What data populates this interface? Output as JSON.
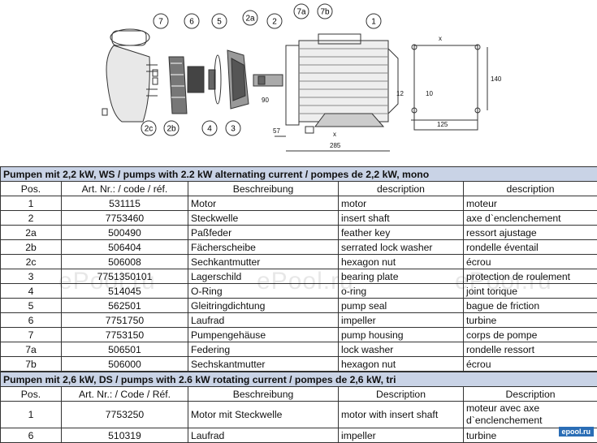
{
  "diagram": {
    "callouts": [
      "7",
      "6",
      "5",
      "2a",
      "2",
      "7a",
      "7b",
      "1",
      "2c",
      "2b",
      "4",
      "3"
    ],
    "dims": {
      "d90": "90",
      "d57": "57",
      "d285": "285",
      "d10": "10",
      "d12": "12",
      "d125": "125",
      "d140": "140",
      "x1": "x",
      "x2": "x"
    }
  },
  "table1": {
    "title": "Pumpen mit 2,2 kW, WS / pumps with 2.2 kW alternating current / pompes de 2,2 kW, mono",
    "headers": [
      "Pos.",
      "Art. Nr.: / code / réf.",
      "Beschreibung",
      "description",
      "description"
    ],
    "rows": [
      [
        "1",
        "531115",
        "Motor",
        "motor",
        "moteur"
      ],
      [
        "2",
        "7753460",
        "Steckwelle",
        "insert shaft",
        "axe d`enclenchement"
      ],
      [
        "2a",
        "500490",
        "Paßfeder",
        "feather key",
        "ressort ajustage"
      ],
      [
        "2b",
        "506404",
        "Fächerscheibe",
        "serrated lock washer",
        "rondelle éventail"
      ],
      [
        "2c",
        "506008",
        "Sechkantmutter",
        "hexagon nut",
        "écrou"
      ],
      [
        "3",
        "7751350101",
        "Lagerschild",
        "bearing plate",
        "protection de roulement"
      ],
      [
        "4",
        "514045",
        "O-Ring",
        "o-ring",
        "joint torique"
      ],
      [
        "5",
        "562501",
        "Gleitringdichtung",
        "pump seal",
        "bague de friction"
      ],
      [
        "6",
        "7751750",
        "Laufrad",
        "impeller",
        "turbine"
      ],
      [
        "7",
        "7753150",
        "Pumpengehäuse",
        "pump housing",
        "corps de pompe"
      ],
      [
        "7a",
        "506501",
        "Federing",
        "lock washer",
        "rondelle ressort"
      ],
      [
        "7b",
        "506000",
        "Sechskantmutter",
        "hexagon nut",
        "écrou"
      ]
    ]
  },
  "table2": {
    "title": "Pumpen mit 2,6 kW, DS / pumps with 2.6 kW rotating current / pompes de 2,6 kW, tri",
    "headers": [
      "Pos.",
      "Art. Nr.: / Code / Réf.",
      "Beschreibung",
      "Description",
      "Description"
    ],
    "rows": [
      [
        "1",
        "7753250",
        "Motor mit Steckwelle",
        "motor with insert shaft",
        "moteur avec axe d`enclenchement"
      ],
      [
        "6",
        "510319",
        "Laufrad",
        "impeller",
        "turbine"
      ]
    ]
  },
  "watermark": "ePool.ru",
  "badge": "epool.ru"
}
